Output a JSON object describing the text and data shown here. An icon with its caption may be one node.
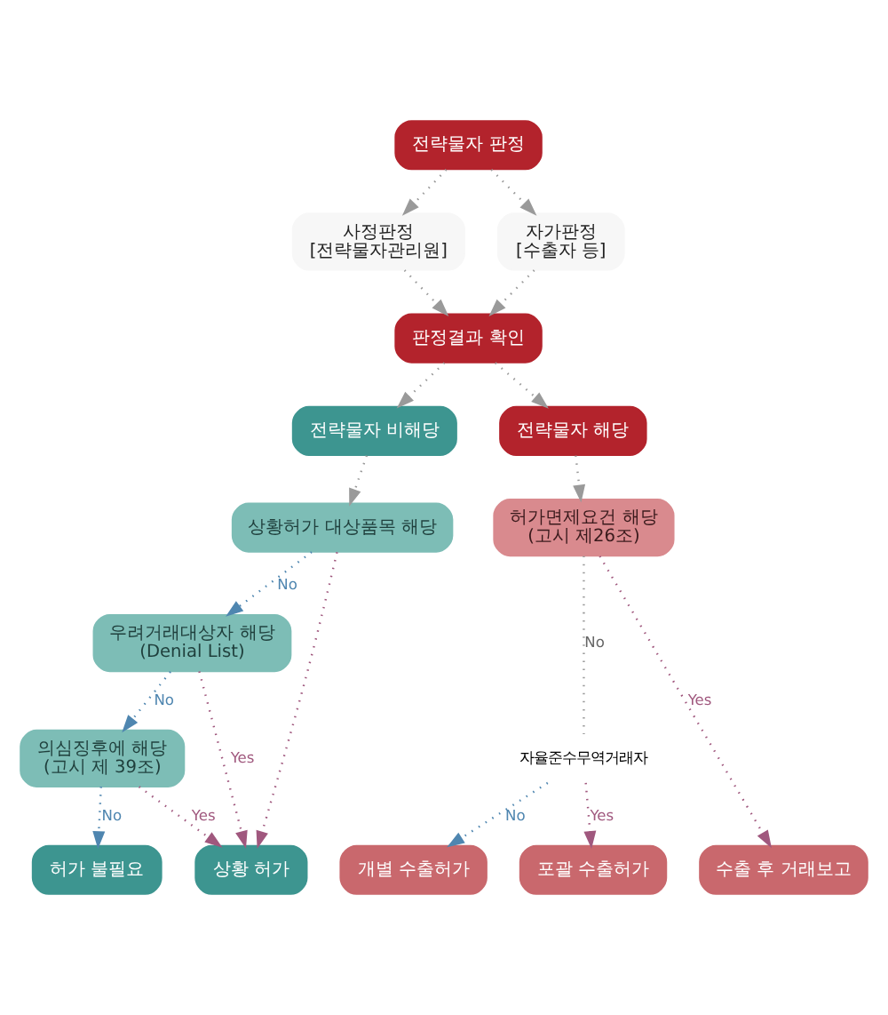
{
  "diagram": {
    "nodes": [
      {
        "text": [
          "전략물자 판정"
        ]
      },
      {
        "text": [
          "사정판정",
          "[전략물자관리원]"
        ]
      },
      {
        "text": [
          "자가판정",
          "[수출자 등]"
        ]
      },
      {
        "text": [
          "판정결과 확인"
        ]
      },
      {
        "text": [
          "전략물자 비해당"
        ]
      },
      {
        "text": [
          "전략물자 해당"
        ]
      },
      {
        "text": [
          "상황허가 대상품목 해당"
        ]
      },
      {
        "text": [
          "우려거래대상자 해당",
          "(Denial List)"
        ]
      },
      {
        "text": [
          "의심징후에 해당",
          "(고시 제 39조)"
        ]
      },
      {
        "text": [
          "허가 불필요"
        ]
      },
      {
        "text": [
          "상황 허가"
        ]
      },
      {
        "text": [
          "허가면제요건 해당",
          "(고시 제26조)"
        ]
      },
      {
        "text": [
          "자율준수무역거래자"
        ]
      },
      {
        "text": [
          "수출 후 거래보고"
        ]
      },
      {
        "text": [
          "개별 수출허가"
        ]
      },
      {
        "text": [
          "포괄 수출허가"
        ]
      }
    ],
    "edges": [
      {
        "from": 0,
        "to": 1,
        "arrow": "to"
      },
      {
        "from": 0,
        "to": 2,
        "arrow": "to"
      },
      {
        "from": 1,
        "to": 3,
        "arrow": "to"
      },
      {
        "from": 2,
        "to": 3,
        "arrow": "to"
      },
      {
        "from": 3,
        "to": 4,
        "arrow": "to"
      },
      {
        "from": 3,
        "to": 5,
        "arrow": "to"
      },
      {
        "from": 4,
        "to": 6,
        "arrow": "to"
      },
      {
        "from": 6,
        "to": 7,
        "arrow": "to",
        "label": "No",
        "color": "#4f86b0"
      },
      {
        "from": 7,
        "to": 8,
        "arrow": "to",
        "label": "No",
        "color": "#4f86b0"
      },
      {
        "from": 8,
        "to": 9,
        "arrow": "to",
        "label": "No",
        "color": "#4f86b0"
      },
      {
        "from": 6,
        "to": 10,
        "arrow": "to",
        "color": "#a0587e"
      },
      {
        "from": 7,
        "to": 10,
        "arrow": "to",
        "label": "Yes",
        "color": "#a0587e"
      },
      {
        "from": 8,
        "to": 10,
        "arrow": "to",
        "label": "Yes",
        "color": "#a0587e"
      },
      {
        "from": 5,
        "to": 11,
        "arrow": "to"
      },
      {
        "from": 11,
        "to": 13,
        "arrow": "to",
        "label": "Yes",
        "color": "#a0587e"
      },
      {
        "from": 11,
        "to": 12,
        "arrow": "none",
        "label": "No"
      },
      {
        "from": 12,
        "to": 14,
        "arrow": "to",
        "label": "No",
        "color": "#4f86b0"
      },
      {
        "from": 12,
        "to": 15,
        "arrow": "to",
        "label": "Yes",
        "color": "#a0587e"
      }
    ]
  }
}
